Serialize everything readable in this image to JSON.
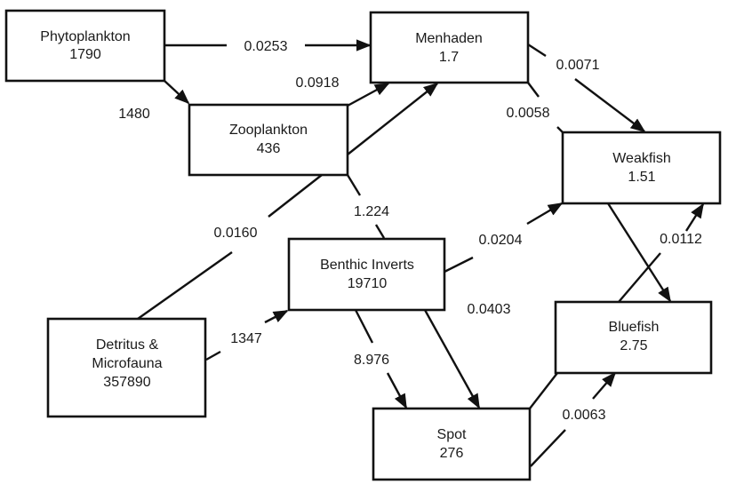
{
  "diagram": {
    "type": "food-web-flow",
    "nodes": [
      {
        "id": "phytoplankton",
        "lines": [
          "Phytoplankton",
          "1790"
        ]
      },
      {
        "id": "zooplankton",
        "lines": [
          "Zooplankton",
          "436"
        ]
      },
      {
        "id": "menhaden",
        "lines": [
          "Menhaden",
          "1.7"
        ]
      },
      {
        "id": "weakfish",
        "lines": [
          "Weakfish",
          "1.51"
        ]
      },
      {
        "id": "benthic-inverts",
        "lines": [
          "Benthic Inverts",
          "19710"
        ]
      },
      {
        "id": "detritus",
        "lines": [
          "Detritus &",
          "Microfauna",
          "357890"
        ]
      },
      {
        "id": "bluefish",
        "lines": [
          "Bluefish",
          "2.75"
        ]
      },
      {
        "id": "spot",
        "lines": [
          "Spot",
          "276"
        ]
      }
    ],
    "edges": [
      {
        "from": "phytoplankton",
        "to": "menhaden",
        "label": "0.0253"
      },
      {
        "from": "phytoplankton",
        "to": "zooplankton",
        "label": "1480"
      },
      {
        "from": "zooplankton",
        "to": "menhaden",
        "label": "0.0918"
      },
      {
        "from": "detritus",
        "to": "menhaden",
        "label": "0.0160"
      },
      {
        "from": "zooplankton",
        "to": "spot",
        "label": "1.224"
      },
      {
        "from": "menhaden",
        "to": "weakfish",
        "label": "0.0071"
      },
      {
        "from": "menhaden",
        "to": "bluefish",
        "label": "0.0058"
      },
      {
        "from": "benthic-inverts",
        "to": "weakfish",
        "label": "0.0204"
      },
      {
        "from": "spot",
        "to": "weakfish",
        "label": "0.0112"
      },
      {
        "from": "detritus",
        "to": "benthic-inverts",
        "label": "1347"
      },
      {
        "from": "benthic-inverts",
        "to": "spot",
        "label": "8.976"
      },
      {
        "from": "benthic-inverts",
        "to": "spot",
        "label": "0.0403"
      },
      {
        "from": "spot",
        "to": "bluefish",
        "label": "0.0063"
      },
      {
        "from": "weakfish",
        "to": "bluefish",
        "label": ""
      }
    ]
  }
}
